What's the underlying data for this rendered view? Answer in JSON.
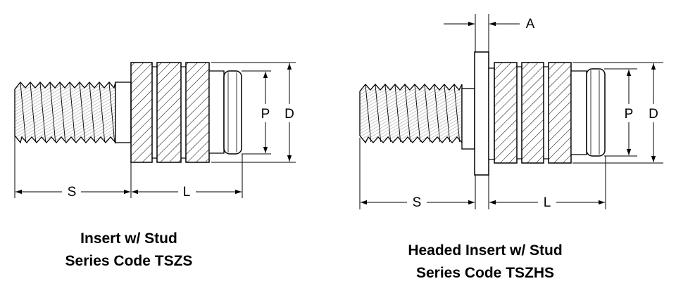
{
  "left_part": {
    "caption_line1": "Insert w/ Stud",
    "caption_line2": "Series Code TSZS",
    "dim_s": "S",
    "dim_l": "L",
    "dim_p": "P",
    "dim_d": "D"
  },
  "right_part": {
    "caption_line1": "Headed Insert w/ Stud",
    "caption_line2": "Series Code TSZHS",
    "dim_a": "A",
    "dim_s": "S",
    "dim_l": "L",
    "dim_p": "P",
    "dim_d": "D"
  }
}
